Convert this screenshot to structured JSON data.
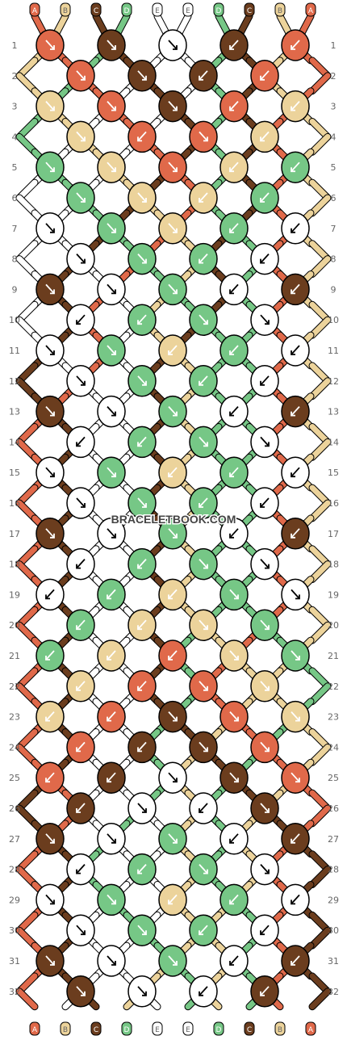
{
  "colors": {
    "A": "#e0694a",
    "B": "#ecd39b",
    "C": "#6b3d1e",
    "D": "#76c786",
    "E": "#ffffff"
  },
  "stroke_color": "#000000",
  "row_number_color": "#666666",
  "threads": [
    "A",
    "B",
    "C",
    "D",
    "E",
    "E",
    "D",
    "C",
    "B",
    "A"
  ],
  "watermark": "BRACELETBOOK.COM",
  "pattern": {
    "1": {
      "colors": [
        "A",
        "C",
        "E",
        "C",
        "A"
      ],
      "dirs": [
        "se",
        "se",
        "se",
        "sw",
        "sw"
      ]
    },
    "2": {
      "colors": [
        "A",
        "C",
        "C",
        "A"
      ],
      "dirs": [
        "se",
        "se",
        "sw",
        "sw"
      ]
    },
    "3": {
      "colors": [
        "B",
        "A",
        "C",
        "A",
        "B"
      ],
      "dirs": [
        "se",
        "se",
        "se",
        "sw",
        "sw"
      ]
    },
    "4": {
      "colors": [
        "B",
        "A",
        "A",
        "B"
      ],
      "dirs": [
        "se",
        "sw",
        "se",
        "sw"
      ]
    },
    "5": {
      "colors": [
        "D",
        "B",
        "A",
        "B",
        "D"
      ],
      "dirs": [
        "se",
        "se",
        "se",
        "sw",
        "sw"
      ]
    },
    "6": {
      "colors": [
        "D",
        "B",
        "B",
        "D"
      ],
      "dirs": [
        "se",
        "se",
        "sw",
        "sw"
      ]
    },
    "7": {
      "colors": [
        "E",
        "D",
        "B",
        "D",
        "E"
      ],
      "dirs": [
        "se",
        "se",
        "se",
        "sw",
        "sw"
      ]
    },
    "8": {
      "colors": [
        "E",
        "D",
        "D",
        "E"
      ],
      "dirs": [
        "se",
        "se",
        "sw",
        "sw"
      ]
    },
    "9": {
      "colors": [
        "C",
        "E",
        "D",
        "E",
        "C"
      ],
      "dirs": [
        "se",
        "se",
        "se",
        "sw",
        "sw"
      ]
    },
    "10": {
      "colors": [
        "E",
        "D",
        "D",
        "E"
      ],
      "dirs": [
        "sw",
        "sw",
        "se",
        "se"
      ]
    },
    "11": {
      "colors": [
        "E",
        "D",
        "B",
        "D",
        "E"
      ],
      "dirs": [
        "se",
        "se",
        "sw",
        "sw",
        "sw"
      ]
    },
    "12": {
      "colors": [
        "E",
        "D",
        "D",
        "E"
      ],
      "dirs": [
        "se",
        "se",
        "sw",
        "sw"
      ]
    },
    "13": {
      "colors": [
        "C",
        "E",
        "D",
        "E",
        "C"
      ],
      "dirs": [
        "se",
        "se",
        "se",
        "sw",
        "sw"
      ]
    },
    "14": {
      "colors": [
        "E",
        "D",
        "D",
        "E"
      ],
      "dirs": [
        "sw",
        "sw",
        "se",
        "se"
      ]
    },
    "15": {
      "colors": [
        "E",
        "D",
        "B",
        "D",
        "E"
      ],
      "dirs": [
        "se",
        "se",
        "sw",
        "sw",
        "sw"
      ]
    },
    "16": {
      "colors": [
        "E",
        "D",
        "D",
        "E"
      ],
      "dirs": [
        "se",
        "se",
        "sw",
        "sw"
      ]
    },
    "17": {
      "colors": [
        "C",
        "E",
        "D",
        "E",
        "C"
      ],
      "dirs": [
        "se",
        "se",
        "se",
        "sw",
        "sw"
      ]
    },
    "18": {
      "colors": [
        "E",
        "D",
        "D",
        "E"
      ],
      "dirs": [
        "sw",
        "sw",
        "se",
        "se"
      ]
    },
    "19": {
      "colors": [
        "E",
        "D",
        "B",
        "D",
        "E"
      ],
      "dirs": [
        "sw",
        "sw",
        "sw",
        "se",
        "se"
      ]
    },
    "20": {
      "colors": [
        "D",
        "B",
        "B",
        "D"
      ],
      "dirs": [
        "sw",
        "sw",
        "se",
        "se"
      ]
    },
    "21": {
      "colors": [
        "D",
        "B",
        "A",
        "B",
        "D"
      ],
      "dirs": [
        "sw",
        "sw",
        "sw",
        "se",
        "se"
      ]
    },
    "22": {
      "colors": [
        "B",
        "A",
        "A",
        "B"
      ],
      "dirs": [
        "sw",
        "sw",
        "se",
        "se"
      ]
    },
    "23": {
      "colors": [
        "B",
        "A",
        "C",
        "A",
        "B"
      ],
      "dirs": [
        "sw",
        "sw",
        "se",
        "se",
        "se"
      ]
    },
    "24": {
      "colors": [
        "A",
        "C",
        "C",
        "A"
      ],
      "dirs": [
        "sw",
        "sw",
        "se",
        "se"
      ]
    },
    "25": {
      "colors": [
        "A",
        "C",
        "E",
        "C",
        "A"
      ],
      "dirs": [
        "sw",
        "sw",
        "se",
        "se",
        "se"
      ]
    },
    "26": {
      "colors": [
        "C",
        "E",
        "E",
        "C"
      ],
      "dirs": [
        "sw",
        "se",
        "sw",
        "se"
      ]
    },
    "27": {
      "colors": [
        "C",
        "E",
        "D",
        "E",
        "C"
      ],
      "dirs": [
        "se",
        "se",
        "se",
        "sw",
        "sw"
      ]
    },
    "28": {
      "colors": [
        "E",
        "D",
        "D",
        "E"
      ],
      "dirs": [
        "sw",
        "sw",
        "se",
        "se"
      ]
    },
    "29": {
      "colors": [
        "E",
        "D",
        "B",
        "D",
        "E"
      ],
      "dirs": [
        "se",
        "se",
        "sw",
        "sw",
        "sw"
      ]
    },
    "30": {
      "colors": [
        "E",
        "D",
        "D",
        "E"
      ],
      "dirs": [
        "se",
        "se",
        "sw",
        "sw"
      ]
    },
    "31": {
      "colors": [
        "C",
        "E",
        "D",
        "E",
        "C"
      ],
      "dirs": [
        "se",
        "se",
        "se",
        "sw",
        "sw"
      ]
    },
    "32": {
      "colors": [
        "C",
        "E",
        "E",
        "C"
      ],
      "dirs": [
        "se",
        "se",
        "sw",
        "sw"
      ]
    }
  }
}
